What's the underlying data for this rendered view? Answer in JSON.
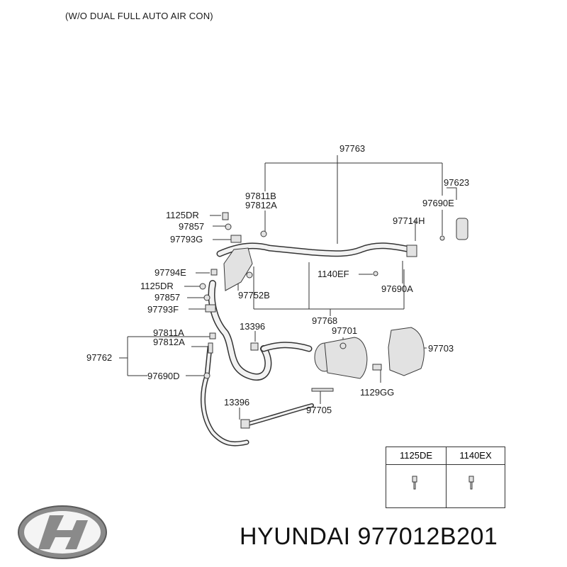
{
  "caption": "(W/O DUAL FULL AUTO AIR CON)",
  "callouts": {
    "p97763": "97763",
    "p97623": "97623",
    "p97690E": "97690E",
    "p97811B": "97811B",
    "p97812A_top": "97812A",
    "p1125DR_top": "1125DR",
    "p97857_top": "97857",
    "p97793G": "97793G",
    "p97714H": "97714H",
    "p1140EF": "1140EF",
    "p97690A": "97690A",
    "p97794E": "97794E",
    "p1125DR_mid": "1125DR",
    "p97857_mid": "97857",
    "p97793F": "97793F",
    "p97752B": "97752B",
    "p97768": "97768",
    "p13396_top": "13396",
    "p97701": "97701",
    "p97703": "97703",
    "p97811A": "97811A",
    "p97812A_left": "97812A",
    "p97762": "97762",
    "p97690D": "97690D",
    "p1129GG": "1129GG",
    "p13396_bottom": "13396",
    "p97705": "97705"
  },
  "legend": {
    "col1": "1125DE",
    "col2": "1140EX"
  },
  "brand": {
    "text": "HYUNDAI 977012B201",
    "logo": "hyundai-logo"
  },
  "colors": {
    "line": "#333333",
    "part_fill": "#e2e2e2",
    "part_stroke": "#3a3a3a"
  }
}
